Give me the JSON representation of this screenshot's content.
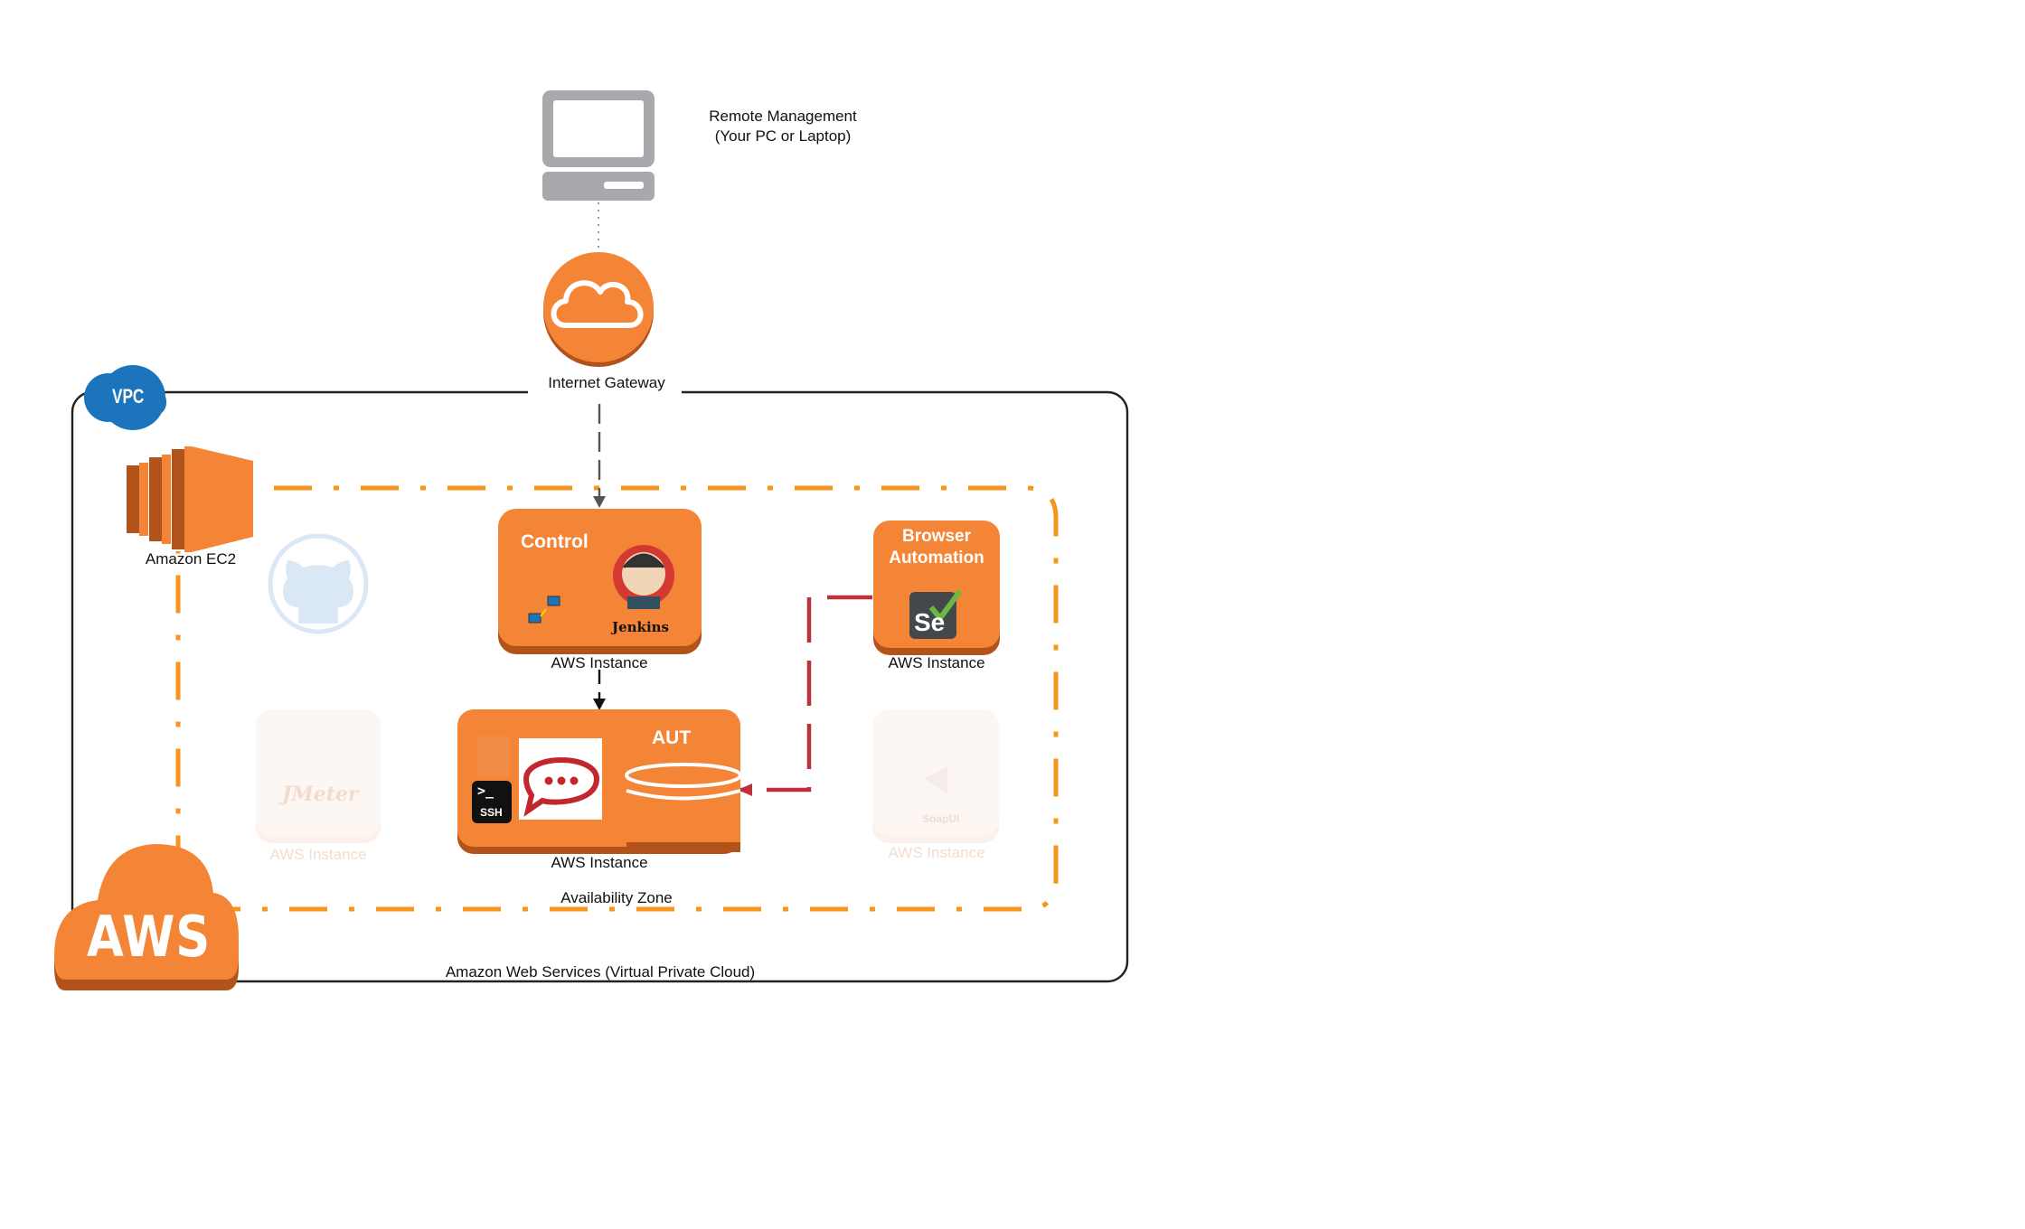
{
  "remote": {
    "line1": "Remote Management",
    "line2": "(Your PC or Laptop)"
  },
  "gateway": {
    "label": "Internet Gateway"
  },
  "vpc": {
    "badge": "VPC",
    "caption": "Amazon Web Services (Virtual Private Cloud)"
  },
  "ec2": {
    "label": "Amazon EC2"
  },
  "zone": {
    "label": "Availability Zone"
  },
  "aws_logo": {
    "text": "AWS"
  },
  "control": {
    "title": "Control",
    "jenkins_text": "Jenkins",
    "caption": "AWS Instance"
  },
  "browser": {
    "title_line1": "Browser",
    "title_line2": "Automation",
    "selenium_text": "Se",
    "caption": "AWS Instance"
  },
  "aut": {
    "title": "AUT",
    "ssh_prompt": ">_",
    "ssh_text": "SSH",
    "caption": "AWS Instance"
  },
  "jmeter": {
    "text": "JMeter",
    "caption": "AWS Instance"
  },
  "soapui": {
    "text": "SoapUI",
    "caption": "AWS Instance"
  },
  "colors": {
    "aws_orange": "#f58536",
    "aws_orange_dark": "#b2531c",
    "vpc_blue": "#1c75bc",
    "connector_red": "#c0303c",
    "zone_orange": "#f7941d"
  }
}
